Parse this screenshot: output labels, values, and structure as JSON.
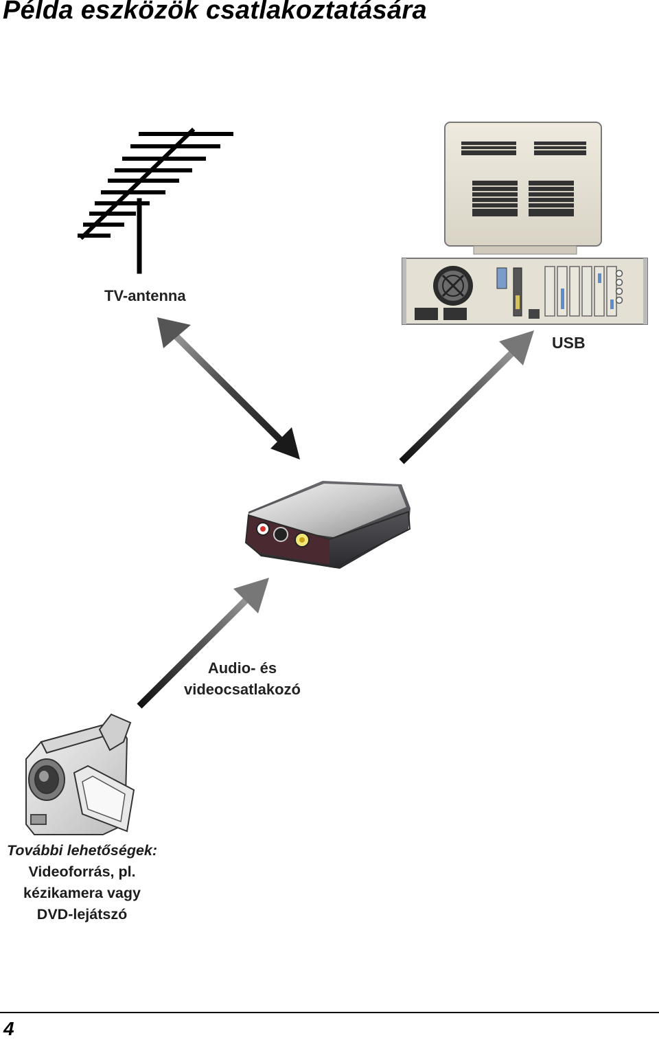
{
  "page": {
    "title": "Példa eszközök csatlakoztatására",
    "page_number": "4"
  },
  "labels": {
    "tv_antenna": "TV-antenna",
    "usb": "USB",
    "av_connector_line1": "Audio- és",
    "av_connector_line2": "videocsatlakozó",
    "more_line1": "További lehetőségek:",
    "more_line2": "Videoforrás, pl.",
    "more_line3": "kézikamera vagy",
    "more_line4": "DVD-lejátszó"
  }
}
